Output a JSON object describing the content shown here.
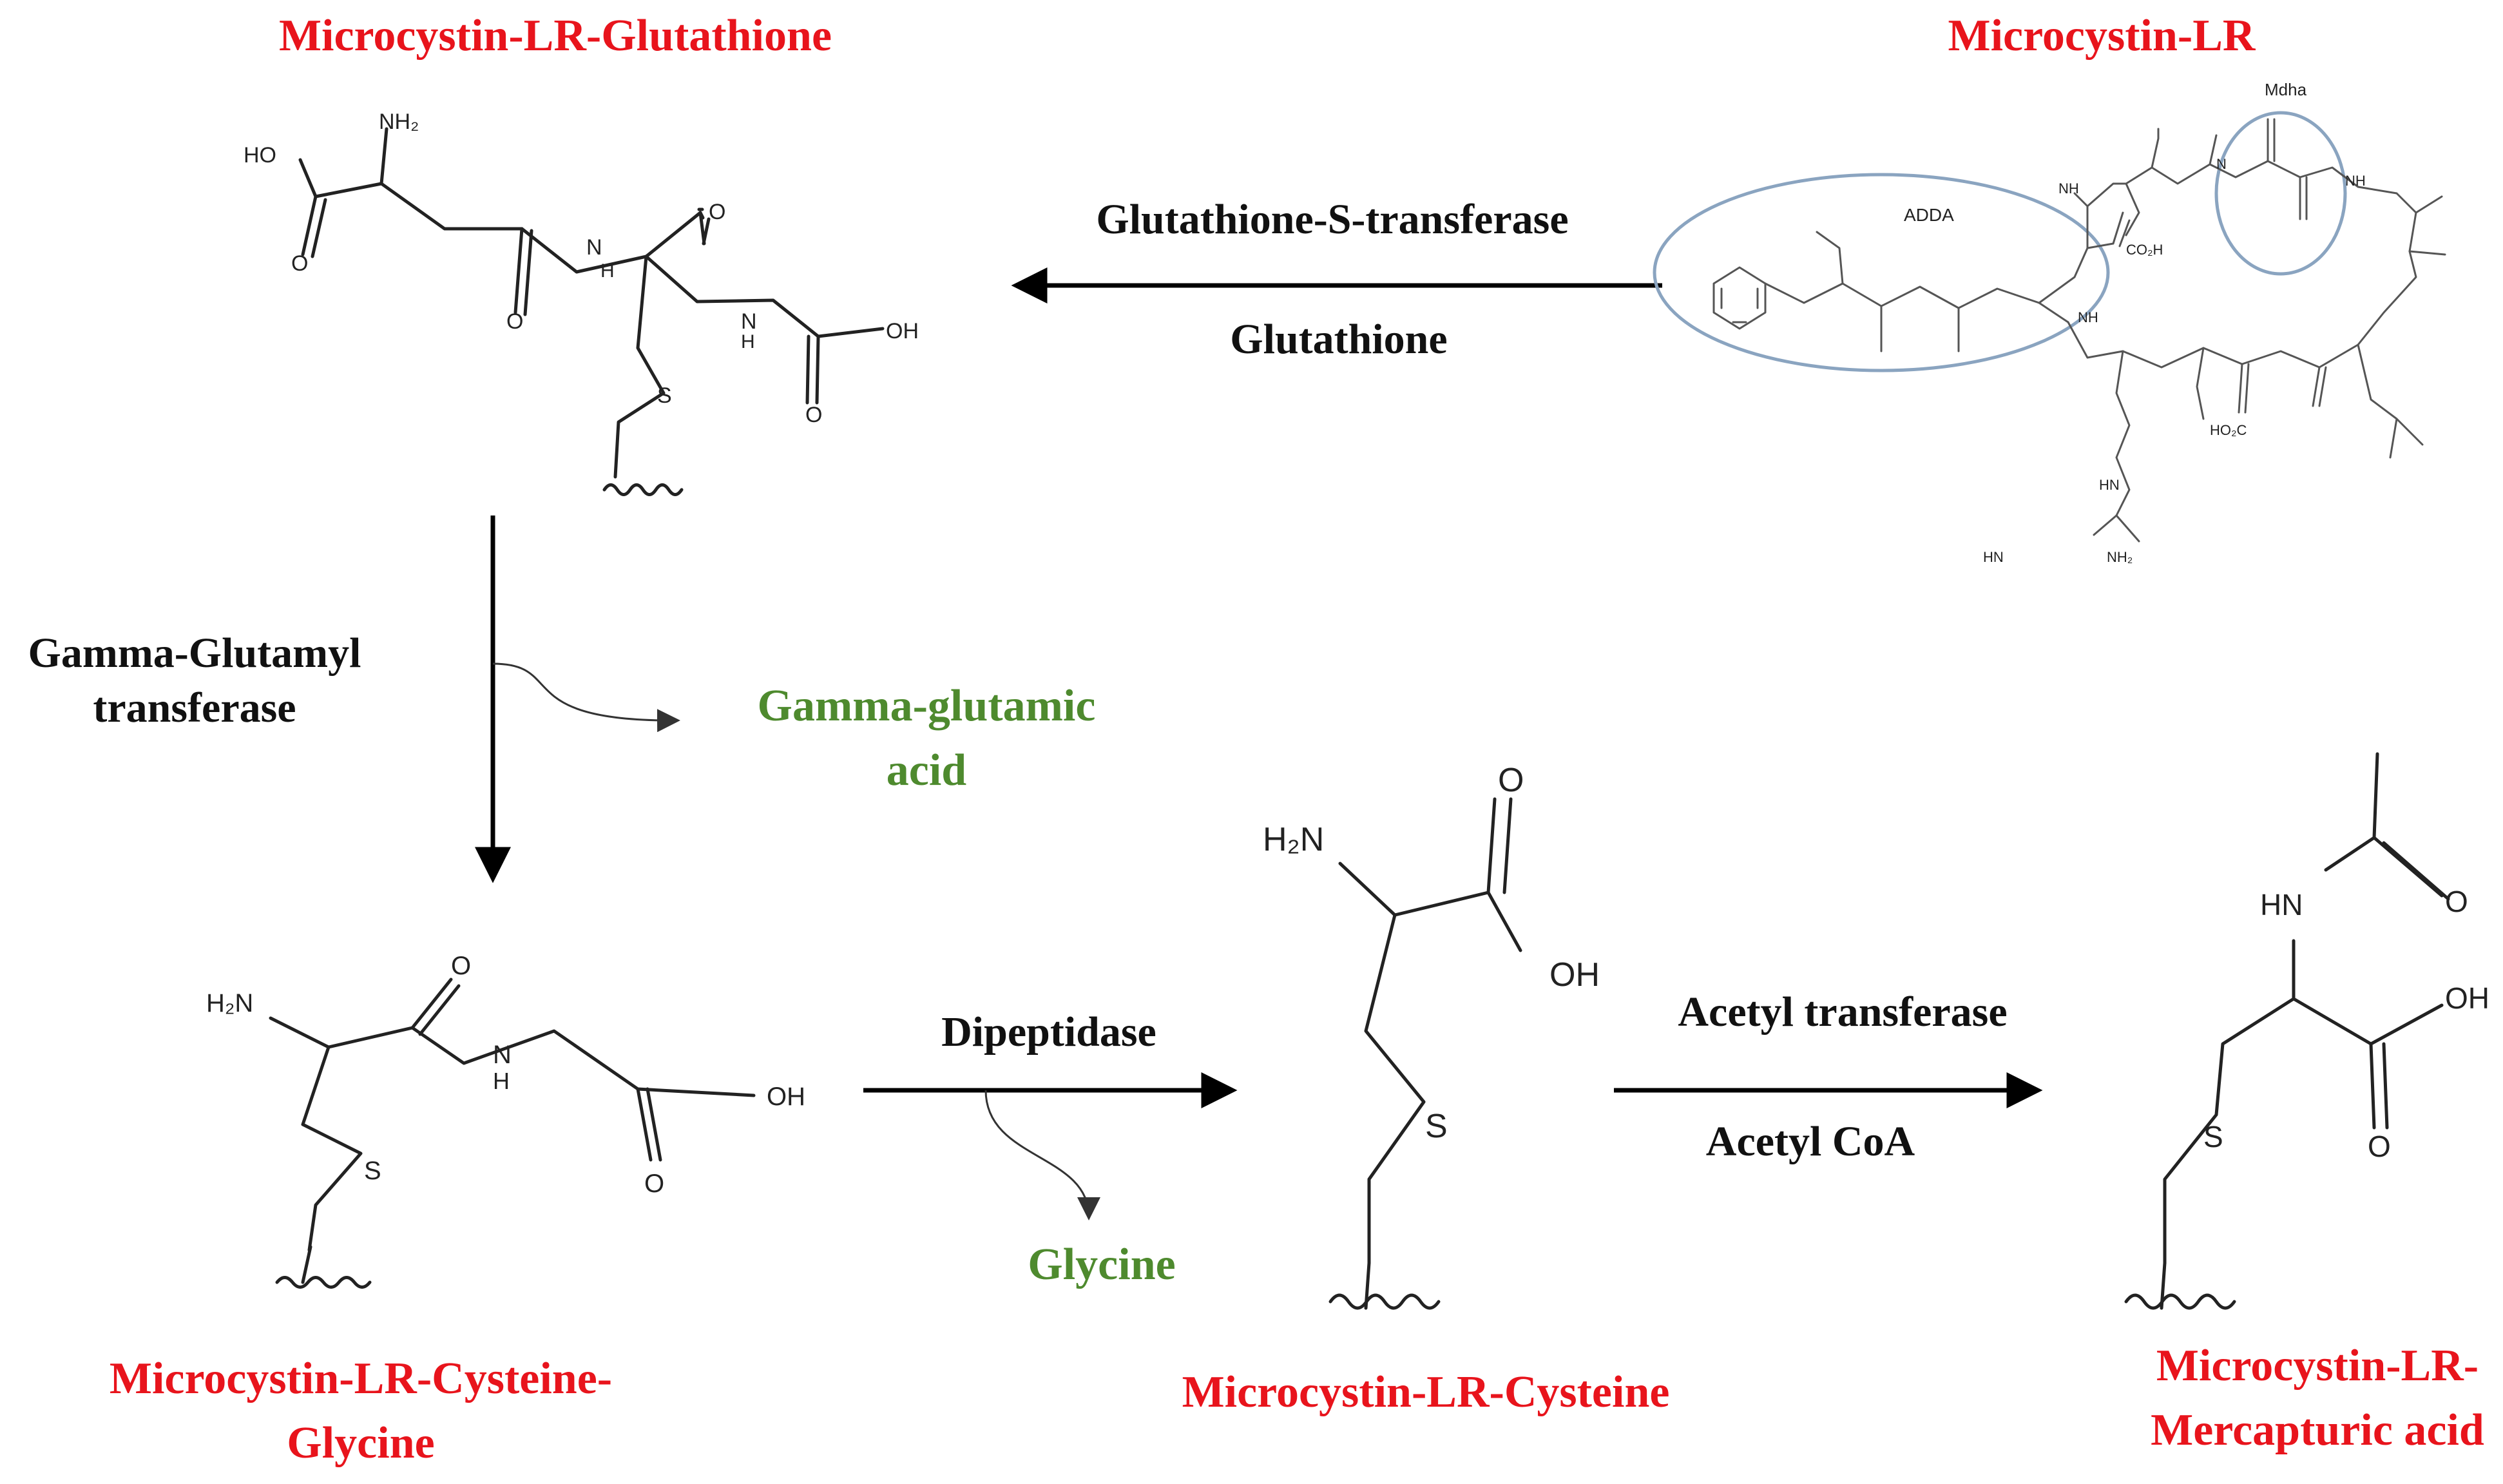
{
  "compounds": {
    "glutathione_conjugate": "Microcystin-LR-Glutathione",
    "microcystin": "Microcystin-LR",
    "cys_gly_line1": "Microcystin-LR-Cysteine-",
    "cys_gly_line2": "Glycine",
    "cysteine_conjugate": "Microcystin-LR-Cysteine",
    "mercapturic_line1": "Microcystin-LR-",
    "mercapturic_line2": "Mercapturic acid"
  },
  "enzymes": {
    "gst": "Glutathione-S-transferase",
    "gst_cofactor": "Glutathione",
    "ggt_line1": "Gamma-Glutamyl",
    "ggt_line2": "transferase",
    "dipeptidase": "Dipeptidase",
    "acetyl_transferase": "Acetyl transferase",
    "acetyl_cofactor": "Acetyl CoA"
  },
  "byproducts": {
    "gamma_glutamic_line1": "Gamma-glutamic",
    "gamma_glutamic_line2": "acid",
    "glycine": "Glycine"
  },
  "structure_labels": {
    "adda": "ADDA",
    "mdha": "Mdha",
    "nh2": "NH₂",
    "h2n": "H₂N",
    "ho": "HO",
    "oh": "OH",
    "o": "O",
    "n": "N",
    "nh": "NH",
    "hn": "HN",
    "h": "H",
    "s": "S",
    "co2h": "CO₂H",
    "ho2c": "HO₂C"
  },
  "colors": {
    "compound_label": "#e8141c",
    "byproduct_label": "#4e8a2e",
    "enzyme_label": "#111111",
    "highlight_ring": "#8aa4c0"
  }
}
